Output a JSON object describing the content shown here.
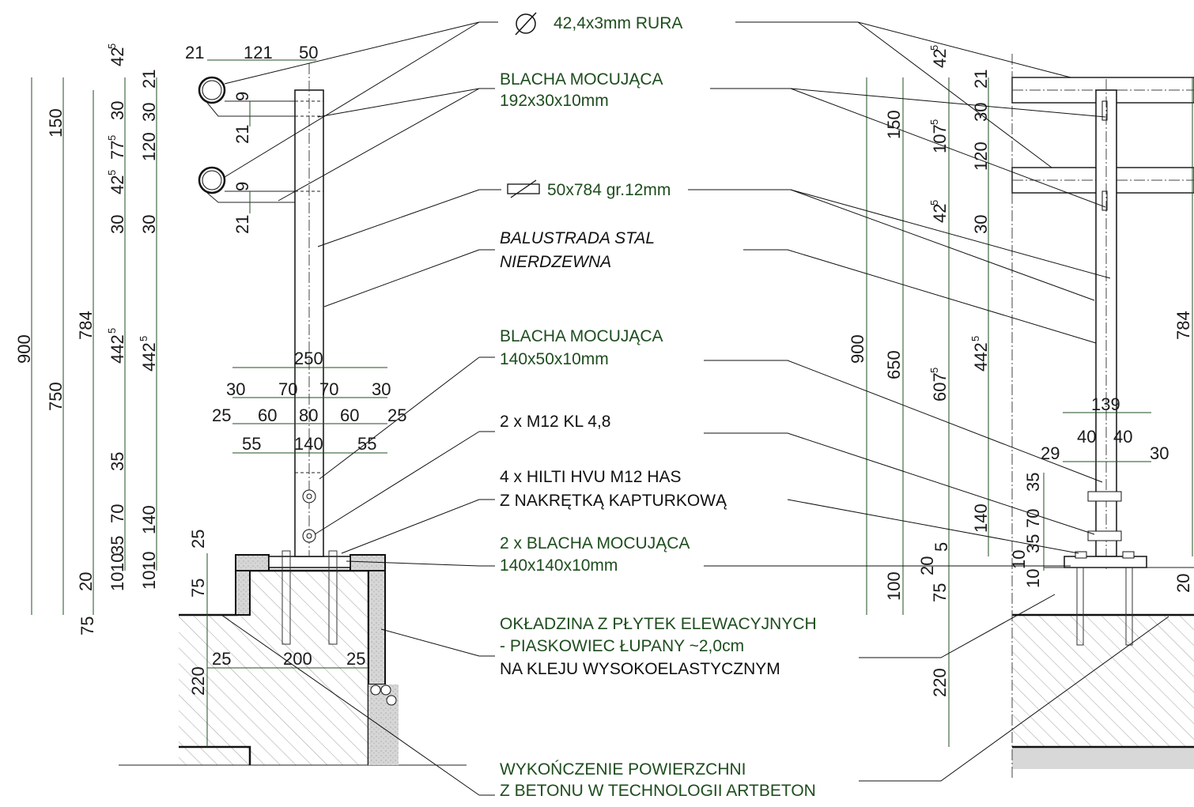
{
  "labels": {
    "rura": "42,4x3mm RURA",
    "blacha1_l1": "BLACHA MOCUJĄCA",
    "blacha1_l2": "192x30x10mm",
    "plaskownik": "50x784 gr.12mm",
    "balustrada_l1": "BALUSTRADA STAL",
    "balustrada_l2": "NIERDZEWNA",
    "blacha2_l1": "BLACHA MOCUJĄCA",
    "blacha2_l2": "140x50x10mm",
    "sruby": "2 x M12 KL 4,8",
    "kotwy_l1": "4 x HILTI HVU M12 HAS",
    "kotwy_l2": "Z NAKRĘTKĄ KAPTURKOWĄ",
    "blacha3_l1": "2 x BLACHA MOCUJĄCA",
    "blacha3_l2": "140x140x10mm",
    "okladzina_l1": "OKŁADZINA Z PŁYTEK ELEWACYJNYCH",
    "okladzina_l2": "- PIASKOWIEC ŁUPANY ~2,0cm",
    "okladzina_l3": "NA KLEJU WYSOKOELASTYCZNYM",
    "wykonczenie_l1": "WYKOŃCZENIE POWIERZCHNI",
    "wykonczenie_l2": "Z BETONU W TECHNOLOGII ARTBETON"
  },
  "left_view": {
    "top_dims": [
      "21",
      "121",
      "50"
    ],
    "plate_dims_row1": [
      "250"
    ],
    "plate_dims_row2": [
      "30",
      "70",
      "70",
      "30"
    ],
    "plate_dims_row3": [
      "25",
      "60",
      "80",
      "60",
      "25"
    ],
    "plate_dims_row4": [
      "55",
      "140",
      "55"
    ],
    "base_dims": [
      "25",
      "200",
      "25"
    ],
    "col_900": "900",
    "col_750": [
      "150",
      "750"
    ],
    "col_784": "784",
    "col_a": [
      "42",
      "5",
      "30",
      "77",
      "5",
      "42",
      "5",
      "30",
      "442",
      "5",
      "35",
      "70",
      "35",
      "10",
      "10",
      "20",
      "75"
    ],
    "col_b": [
      "21",
      "30",
      "120",
      "30",
      "442",
      "5",
      "140",
      "10",
      "10"
    ],
    "tube_dims": [
      "9",
      "21",
      "9",
      "21"
    ],
    "wall_dims": [
      "25",
      "75",
      "220"
    ]
  },
  "right_view": {
    "col_900": "900",
    "col_100": "100",
    "col_150_650": [
      "150",
      "650"
    ],
    "col_c": [
      "42",
      "5",
      "107",
      "5",
      "42",
      "5",
      "607",
      "5",
      "20",
      "5",
      "75",
      "220"
    ],
    "col_d": [
      "21",
      "30",
      "120",
      "30",
      "442",
      "5",
      "140"
    ],
    "col_e": [
      "35",
      "70",
      "35",
      "10",
      "10"
    ],
    "plate_dims": [
      "139",
      "40",
      "40",
      "29",
      "30"
    ],
    "right_784": "784",
    "right_20": "20"
  },
  "colors": {
    "label_green": "#1e4d1e",
    "label_black": "#111111",
    "dim_line": "#1f4f1f",
    "stone_fill": "#d8d8d8",
    "hatch": "#9a9a9a"
  }
}
